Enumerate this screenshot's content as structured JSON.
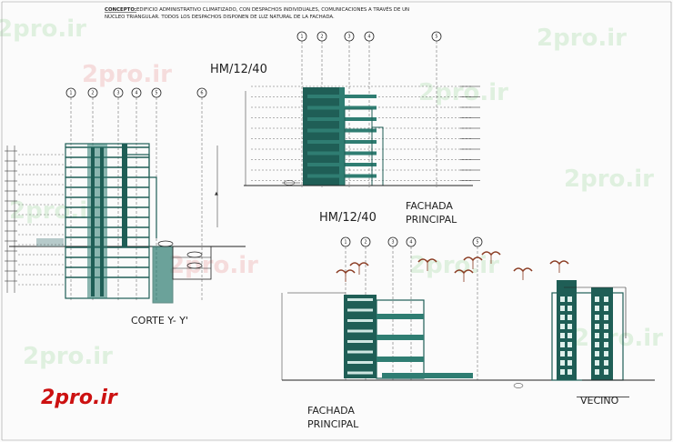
{
  "concept": {
    "label": "CONCEPTO:",
    "line1": "EDIFICIO ADMINISTRATIVO CLIMATIZADO, CON DESPACHOS INDIVIDUALES, COMUNICACIONES A TRAVÉS DE UN",
    "line2": "NÚCLEO TRIANGULAR. TODOS LOS DESPACHOS DISPONEN DE LUZ NATURAL DE LA FACHADA."
  },
  "views": {
    "section_title": "CORTE Y- Y'",
    "facade_top_title": "HM/12/40",
    "facade_top_caption_1": "FACHADA",
    "facade_top_caption_2": "PRINCIPAL",
    "facade_bottom_title": "HM/12/40",
    "facade_bottom_caption_1": "FACHADA",
    "facade_bottom_caption_2": "PRINCIPAL",
    "neighbor_caption": "VECINO"
  },
  "grid_axes": {
    "section": [
      "1",
      "2",
      "3",
      "4",
      "5",
      "6"
    ],
    "facade_top": [
      "1",
      "2",
      "3",
      "4",
      "5"
    ],
    "facade_bottom": [
      "1",
      "2",
      "3",
      "4",
      "5"
    ]
  },
  "watermark": {
    "brand": "2pro.ir",
    "color_brand": "#cc1111",
    "color_faint_green": "#c9e8c9"
  },
  "colors": {
    "building": "#1f5e56",
    "building_light": "#2f7d72",
    "line": "#222222",
    "tree": "#8a3b22"
  }
}
